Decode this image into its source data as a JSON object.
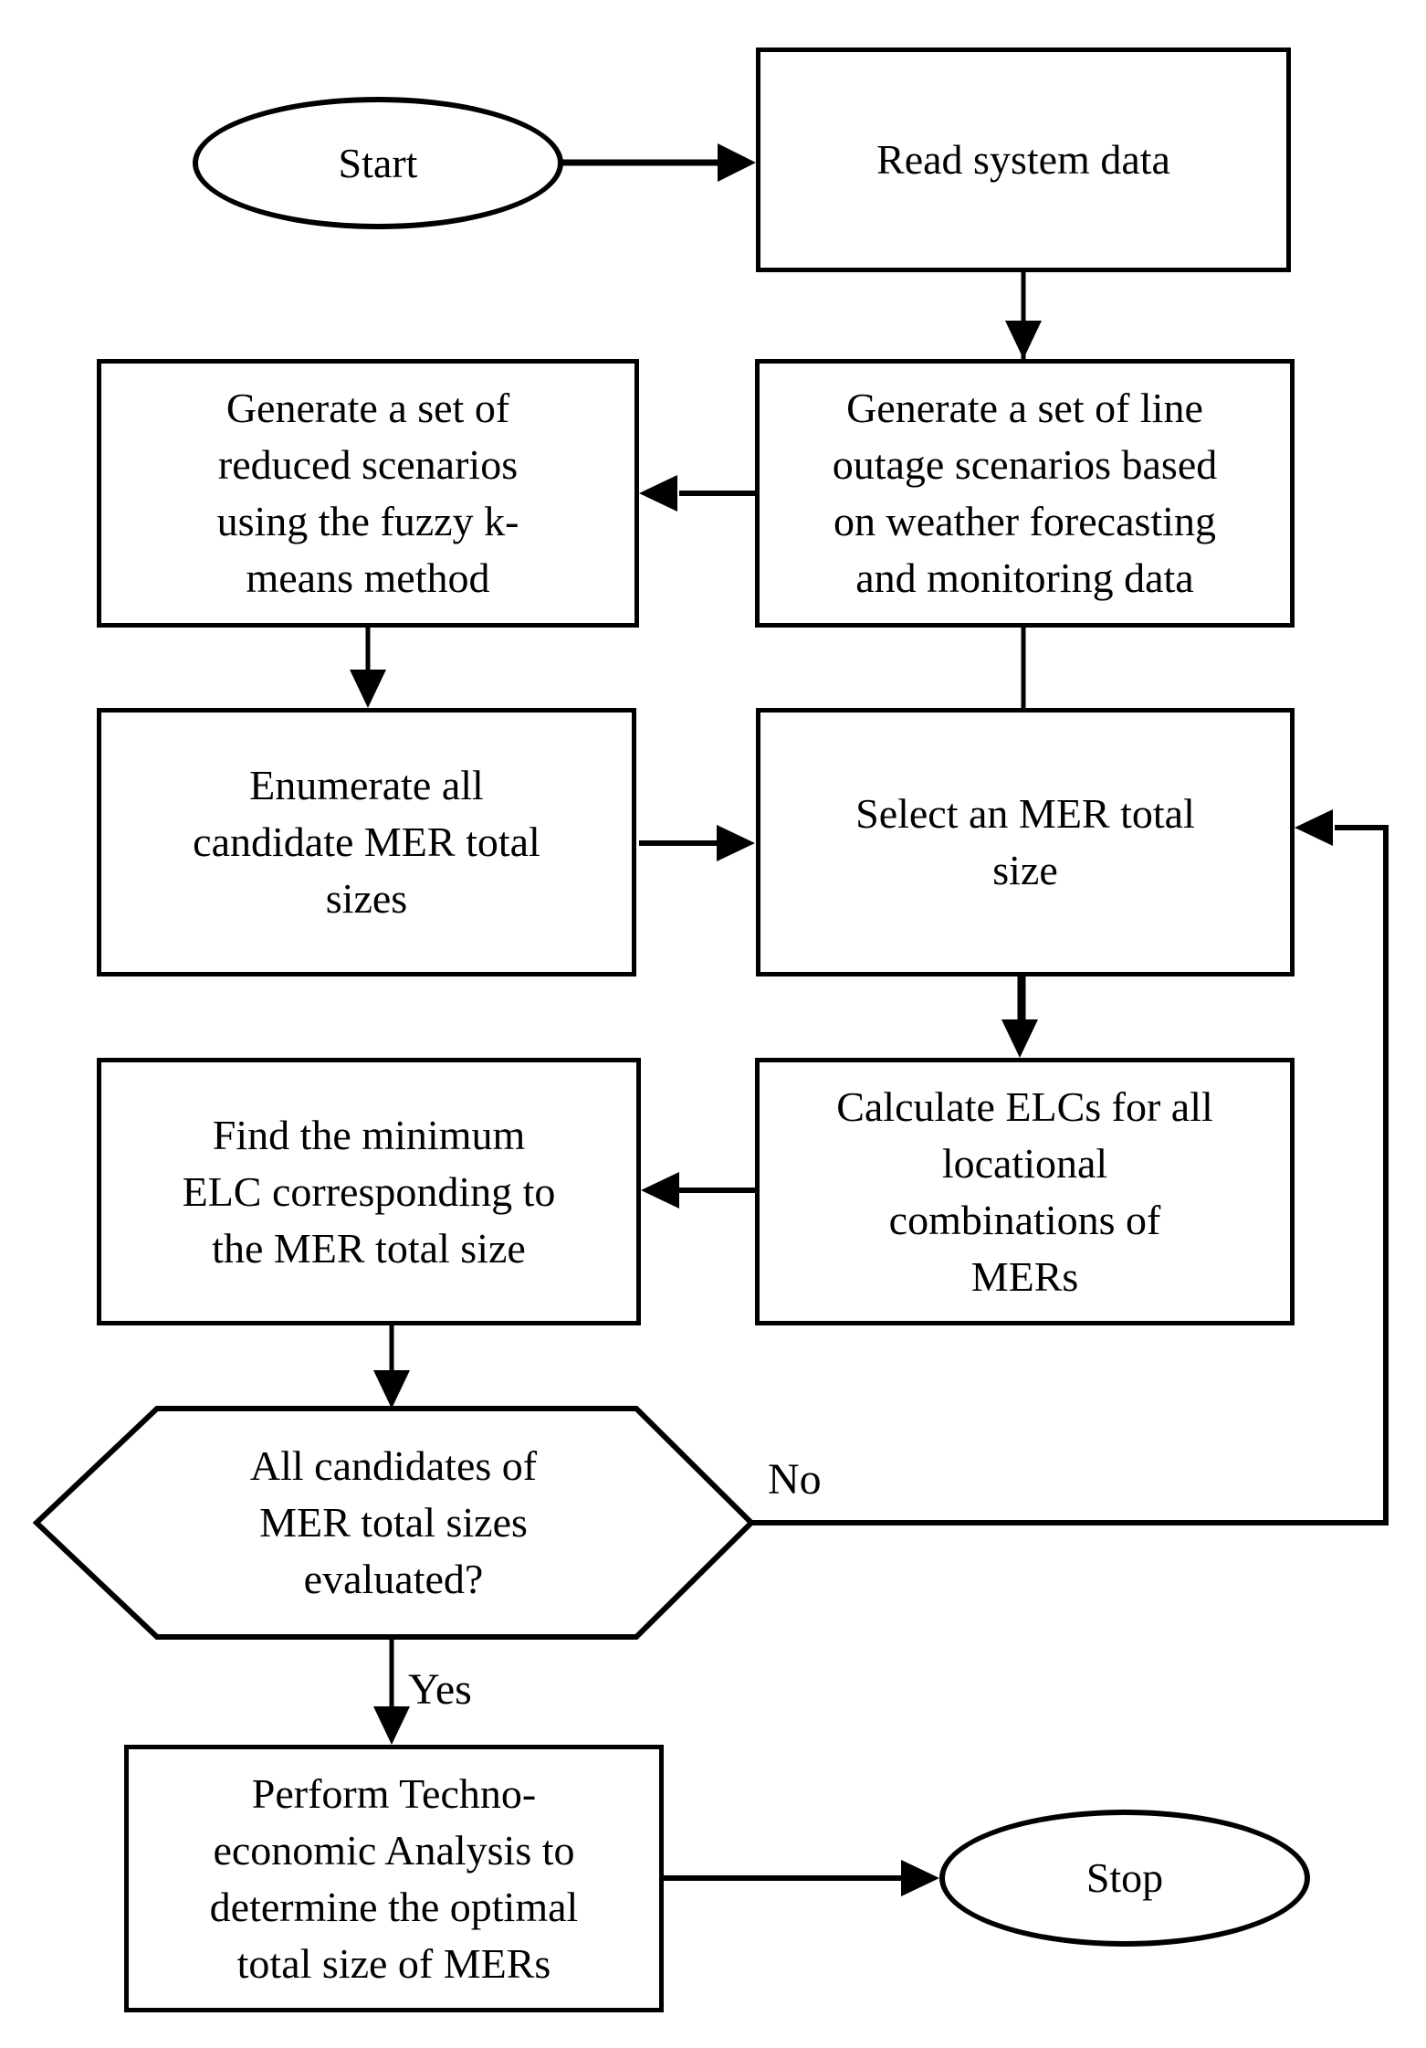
{
  "colors": {
    "line": "#000000",
    "background": "#ffffff"
  },
  "nodes": {
    "start": "Start",
    "read": "Read system data",
    "reduced": "Generate a set of\nreduced scenarios\nusing the fuzzy k-\nmeans method",
    "outage": "Generate a set of line\noutage scenarios based\non weather forecasting\nand monitoring data",
    "enumerate": "Enumerate all\ncandidate MER total\nsizes",
    "select": "Select an MER total\nsize",
    "find": "Find the minimum\nELC corresponding to\nthe MER total size",
    "calculate": "Calculate ELCs for all\nlocational\ncombinations of\nMERs",
    "decision": "All candidates of\nMER total sizes\nevaluated?",
    "perform": "Perform Techno-\neconomic Analysis to\ndetermine the optimal\ntotal size of MERs",
    "stop": "Stop"
  },
  "edge_labels": {
    "no": "No",
    "yes": "Yes"
  }
}
